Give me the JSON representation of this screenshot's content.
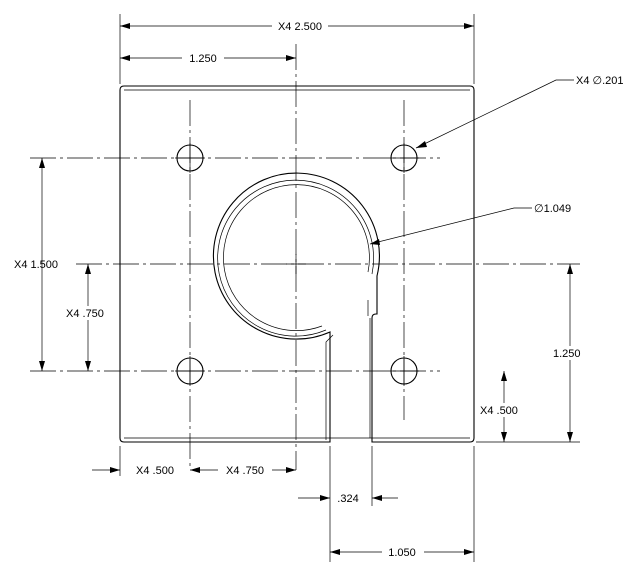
{
  "drawing": {
    "dimensions": {
      "overall_width": "X4 2.500",
      "half_width": "1.250",
      "hole_diameter": "X4 ∅.201",
      "bore_diameter": "∅1.049",
      "hole_vertical_spacing": "X4 1.500",
      "hole_vertical_half": "X4 .750",
      "bore_height": "1.250",
      "hole_edge_vertical": "X4 .500",
      "hole_edge_horizontal": "X4 .500",
      "hole_horizontal_half": "X4 .750",
      "slot_width": ".324",
      "slot_offset": "1.050"
    }
  }
}
